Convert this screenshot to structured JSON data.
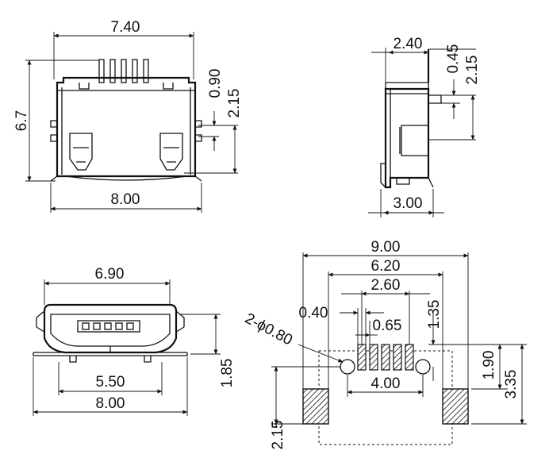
{
  "views": {
    "front": {
      "width_top": "7.40",
      "height_left": "6.7",
      "dim_a": "0.90",
      "dim_b": "2.15",
      "width_bottom": "8.00"
    },
    "side": {
      "width_top": "2.40",
      "dim_a": "0.45",
      "dim_b": "2.15",
      "width_bottom": "3.00"
    },
    "bottom": {
      "width_top": "6.90",
      "width_inner": "5.50",
      "width_bottom": "8.00",
      "height_right": "1.85"
    },
    "pcb": {
      "width_outer": "9.00",
      "width_mid": "6.20",
      "width_inner": "2.60",
      "pad_width": "0.40",
      "pitch": "0.65",
      "hole_label": "2-ϕ0.80",
      "dim_135": "1.35",
      "hole_spacing": "4.00",
      "dim_190": "1.90",
      "dim_335": "3.35",
      "dim_215": "2.15"
    }
  }
}
